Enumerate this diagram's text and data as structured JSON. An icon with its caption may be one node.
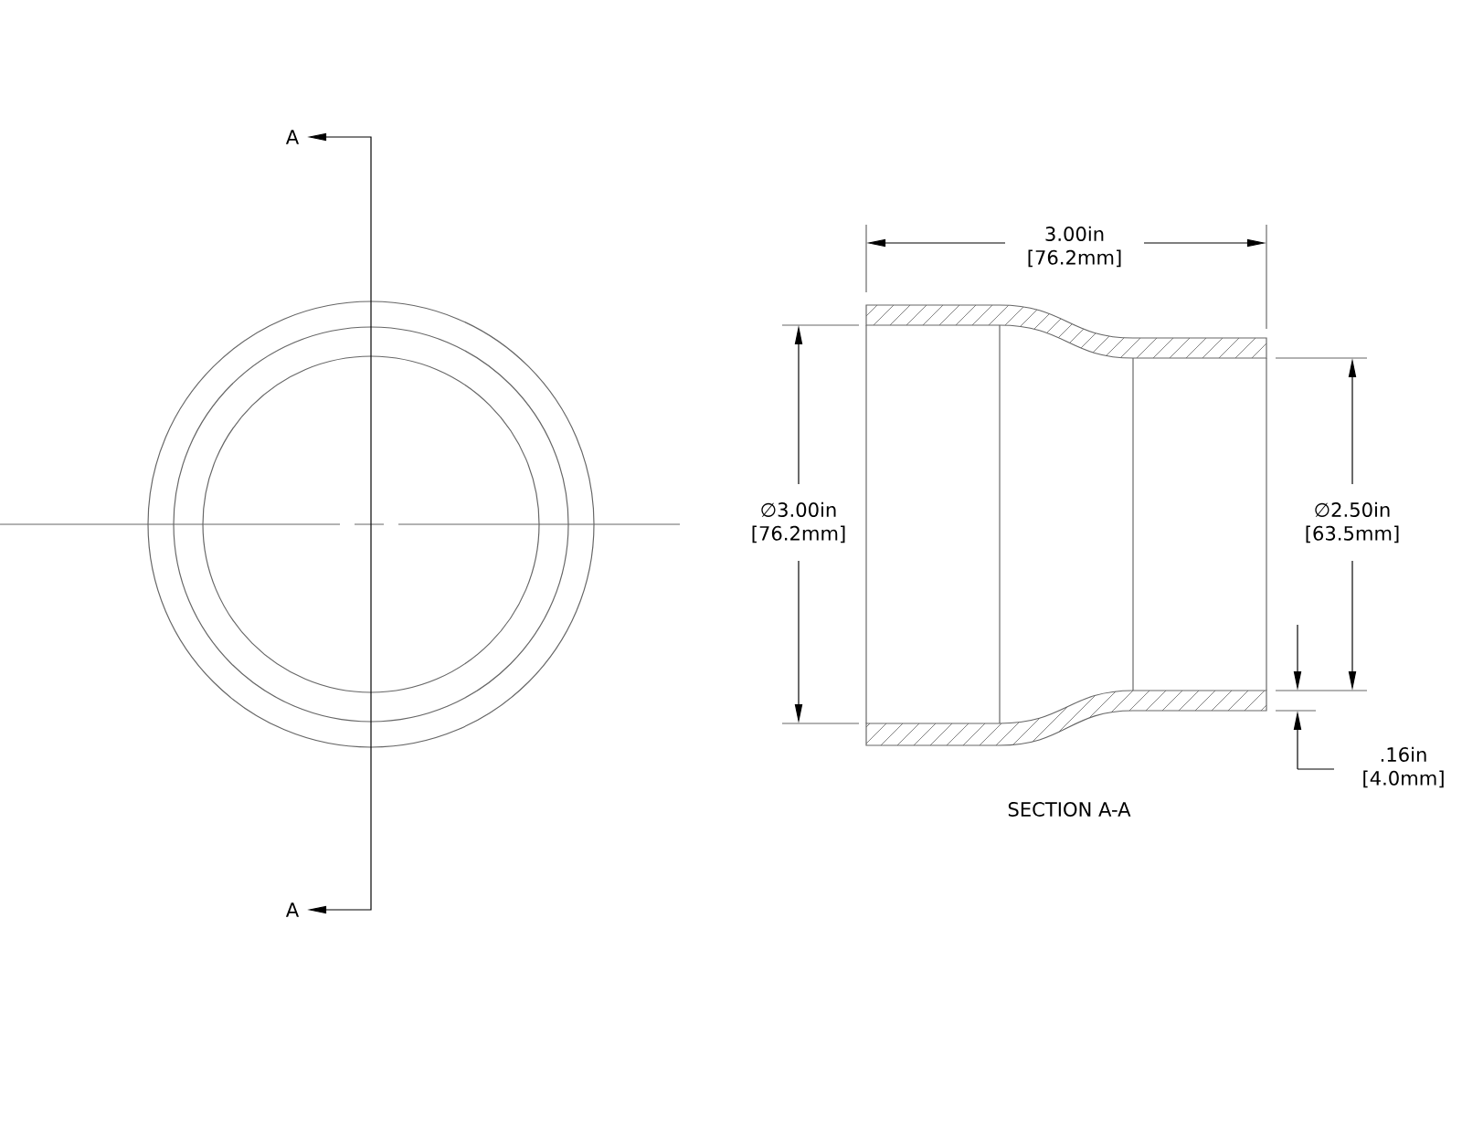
{
  "diagram": {
    "labels": [
      "A",
      "3.00in [76.2mm]",
      "∅3.00in [76.2mm]",
      "∅2.50in [63.5mm]",
      ".16in [4.0mm]",
      "SECTION A-A",
      "A"
    ]
  }
}
